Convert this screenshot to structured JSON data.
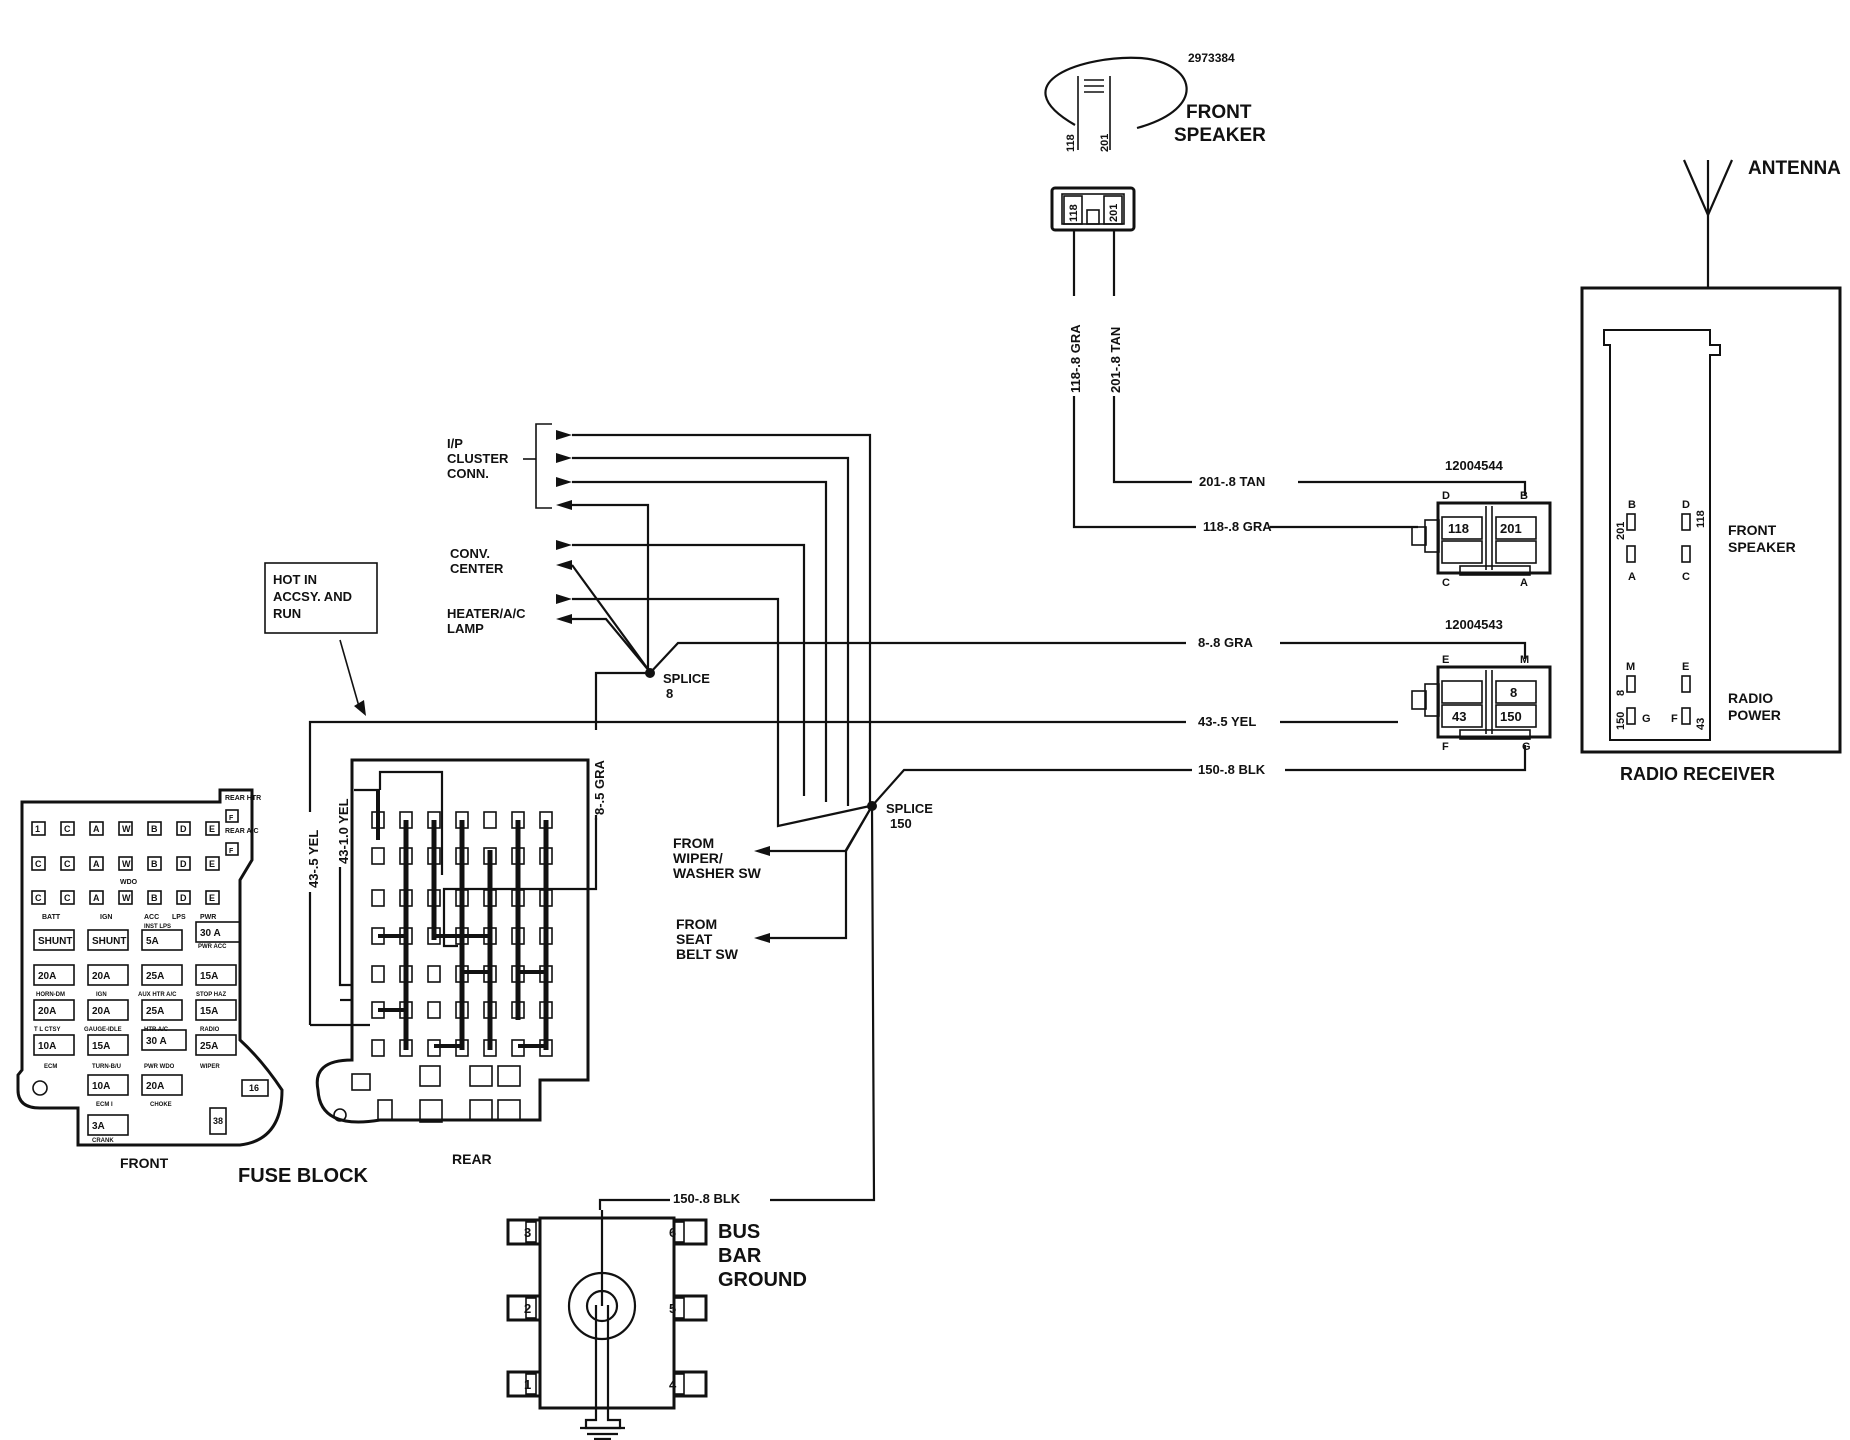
{
  "labels": {
    "speaker_part": "2973384",
    "front_speaker": [
      "FRONT",
      "SPEAKER"
    ],
    "spk_pin_118": "118",
    "spk_pin_201": "201",
    "antenna": "ANTENNA",
    "radio_receiver": "RADIO RECEIVER",
    "rr_front_speaker": [
      "FRONT",
      "SPEAKER"
    ],
    "rr_radio_power": [
      "RADIO",
      "POWER"
    ],
    "conn1_part": "12004544",
    "conn2_part": "12004543",
    "ip_cluster": [
      "I/P",
      "CLUSTER",
      "CONN."
    ],
    "conv_center": [
      "CONV.",
      "CENTER"
    ],
    "heater_lamp": [
      "HEATER/A/C",
      "LAMP"
    ],
    "hot_in": [
      "HOT IN",
      "ACCSY. AND",
      "RUN"
    ],
    "splice8": [
      "SPLICE",
      "8"
    ],
    "splice150": [
      "SPLICE",
      "150"
    ],
    "from_wiper": [
      "FROM",
      "WIPER/",
      "WASHER SW"
    ],
    "from_seatbelt": [
      "FROM",
      "SEAT",
      "BELT SW"
    ],
    "front": "FRONT",
    "fuse_block": "FUSE BLOCK",
    "rear": "REAR",
    "bus_bar": [
      "BUS",
      "BAR",
      "GROUND"
    ]
  },
  "wires": {
    "w118_vert": "118-.8 GRA",
    "w201_vert": "201-.8 TAN",
    "w201": "201-.8 TAN",
    "w118": "118-.8 GRA",
    "w8": "8-.8 GRA",
    "w43": "43-.5 YEL",
    "w150": "150-.8 BLK",
    "w150_bus": "150-.8 BLK",
    "w43_vert": "43-.5 YEL",
    "w43_10": "43-1.0 YEL",
    "w8_5": "8-.5 GRA"
  },
  "connector1": {
    "pins": {
      "D": "D",
      "B": "B",
      "C": "C",
      "A": "A"
    },
    "cavity_left": "118",
    "cavity_right": "201"
  },
  "connector2": {
    "pins": {
      "E": "E",
      "M": "M",
      "F": "F",
      "G": "G"
    },
    "cavity_top": "8",
    "cavity_left": "43",
    "cavity_right": "150"
  },
  "receiver_pins": {
    "n201": "201",
    "B": "B",
    "A": "A",
    "D": "D",
    "n118": "118",
    "C": "C",
    "M": "M",
    "n8": "8",
    "n150": "150",
    "G": "G",
    "E": "E",
    "F": "F",
    "n43": "43"
  },
  "bus_terminals": [
    "3",
    "6",
    "2",
    "5",
    "1",
    "4"
  ],
  "fuse_front": {
    "rows": [
      [
        "1",
        "C",
        "A",
        "W",
        "B",
        "D",
        "E"
      ],
      [
        "C",
        "C",
        "A",
        "W",
        "B",
        "D",
        "E"
      ],
      [
        "C",
        "C",
        "A",
        "W",
        "B",
        "D",
        "E"
      ]
    ],
    "wdo": "WDO",
    "rear_htr": "REAR HTR",
    "rear_ac": "REAR A/C",
    "flag": "F",
    "headers": [
      "BATT",
      "IGN",
      "ACC",
      "LPS",
      "PWR"
    ],
    "ratings": [
      "SHUNT",
      "SHUNT",
      "5A",
      "30 A",
      "20A",
      "20A",
      "25A",
      "15A",
      "20A",
      "20A",
      "25A",
      "15A",
      "10A",
      "15A",
      "30 A",
      "25A",
      "10A",
      "20A",
      "3A"
    ],
    "captions": [
      "INST LPS",
      "PWR ACC",
      "HORN-DM",
      "IGN",
      "AUX HTR A/C",
      "STOP HAZ",
      "T L CTSY",
      "GAUGE-IDLE",
      "HTR A/C",
      "RADIO",
      "ECM",
      "TURN-B/U",
      "PWR WDO",
      "WIPER",
      "ECM I",
      "CHOKE",
      "CRANK"
    ],
    "small_16": "16",
    "small_38": "38"
  }
}
